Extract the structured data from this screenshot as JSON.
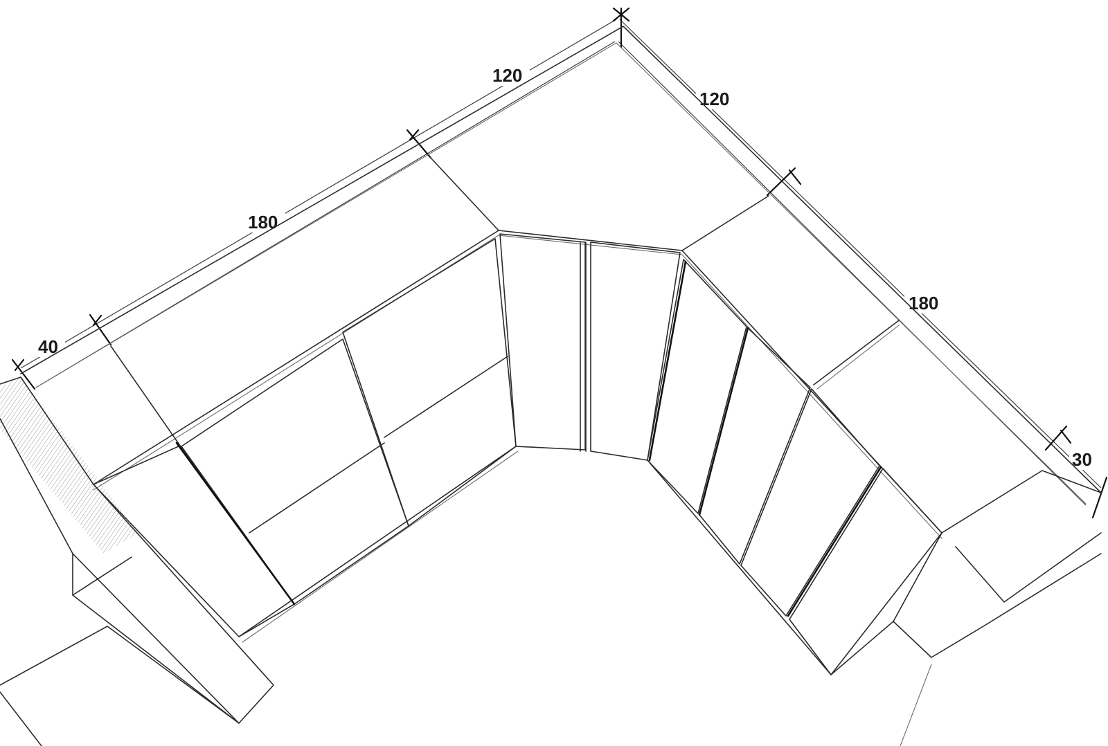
{
  "dimensions": {
    "left_end_depth": "40",
    "left_run": "180",
    "top_left_corner": "120",
    "top_right_corner": "120",
    "right_run": "180",
    "right_end_depth": "30"
  },
  "colors": {
    "line": "#2b2b2b",
    "background": "#ffffff"
  }
}
